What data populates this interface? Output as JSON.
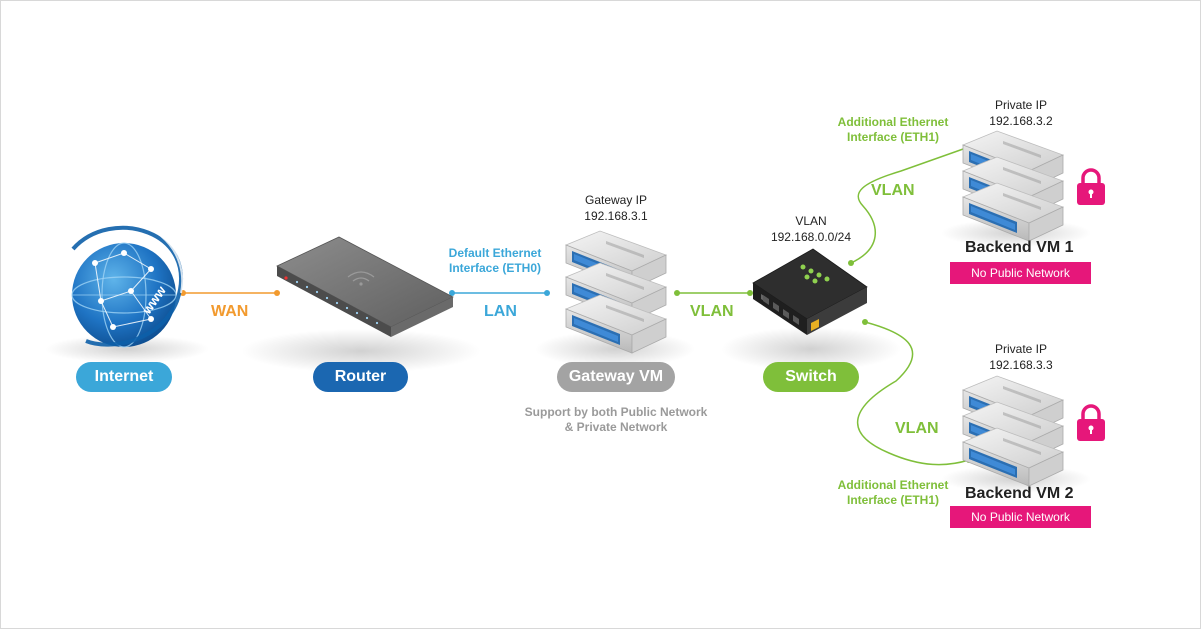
{
  "nodes": {
    "internet": {
      "label": "Internet",
      "color": "#3ba7d9"
    },
    "router": {
      "label": "Router",
      "color": "#1b67b1"
    },
    "gateway": {
      "label": "Gateway VM",
      "color": "#a3a3a3",
      "ip_title": "Gateway IP",
      "ip": "192.168.3.1",
      "note_line1": "Support by both Public Network",
      "note_line2": "& Private Network"
    },
    "switch": {
      "label": "Switch",
      "color": "#7fbf3a",
      "vlan_title": "VLAN",
      "vlan_subnet": "192.168.0.0/24"
    },
    "backend1": {
      "title": "Backend VM 1",
      "ip_title": "Private IP",
      "ip": "192.168.3.2",
      "badge": "No Public Network",
      "iface_line1": "Additional Ethernet",
      "iface_line2": "Interface (ETH1)"
    },
    "backend2": {
      "title": "Backend VM 2",
      "ip_title": "Private IP",
      "ip": "192.168.3.3",
      "badge": "No Public Network",
      "iface_line1": "Additional Ethernet",
      "iface_line2": "Interface (ETH1)"
    }
  },
  "links": {
    "wan": "WAN",
    "lan": "LAN",
    "vlan_gateway_switch": "VLAN",
    "vlan_switch_b1": "VLAN",
    "vlan_switch_b2": "VLAN",
    "lan_iface_line1": "Default Ethernet",
    "lan_iface_line2": "Interface (ETH0)"
  },
  "globe_text": "www",
  "colors": {
    "wan": "#f29a2e",
    "lan": "#3ba7d9",
    "vlan": "#7fbf3a",
    "lock": "#e6177a",
    "badge": "#e6177a"
  }
}
